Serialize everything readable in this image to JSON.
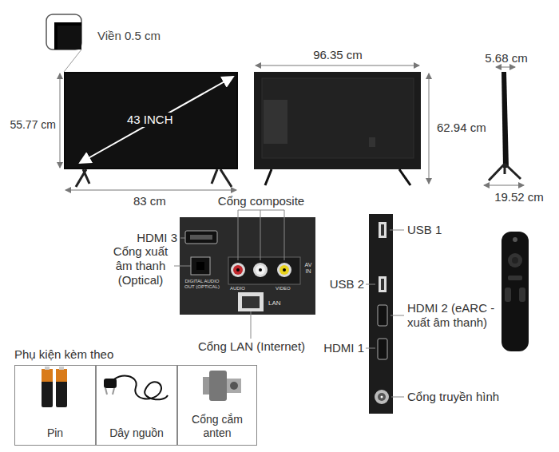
{
  "diagram": {
    "nodes": [
      {
        "text": [
          "Pin"
        ]
      },
      {
        "text": [
          "Dây nguồn"
        ]
      },
      {
        "text": [
          "Cổng cắm anten"
        ]
      }
    ],
    "labels": [
      "Viền 0.5 cm",
      "55.77 cm",
      "43 INCH",
      "83 cm",
      "96.35 cm",
      "62.94 cm",
      "5.68 cm",
      "19.52 cm",
      "Cổng composite",
      "HDMI 3",
      "Cổng xuất âm thanh (Optical)",
      "Cổng LAN (Internet)",
      "USB 1",
      "USB 2",
      "HDMI 2 (eARC - xuất âm thanh)",
      "HDMI 1",
      "Cổng truyền hình",
      "Phụ kiện kèm theo",
      "DIGITAL AUDIO OUT (OPTICAL)",
      "AV IN",
      "LAN",
      "AUDIO",
      "VIDEO"
    ]
  }
}
